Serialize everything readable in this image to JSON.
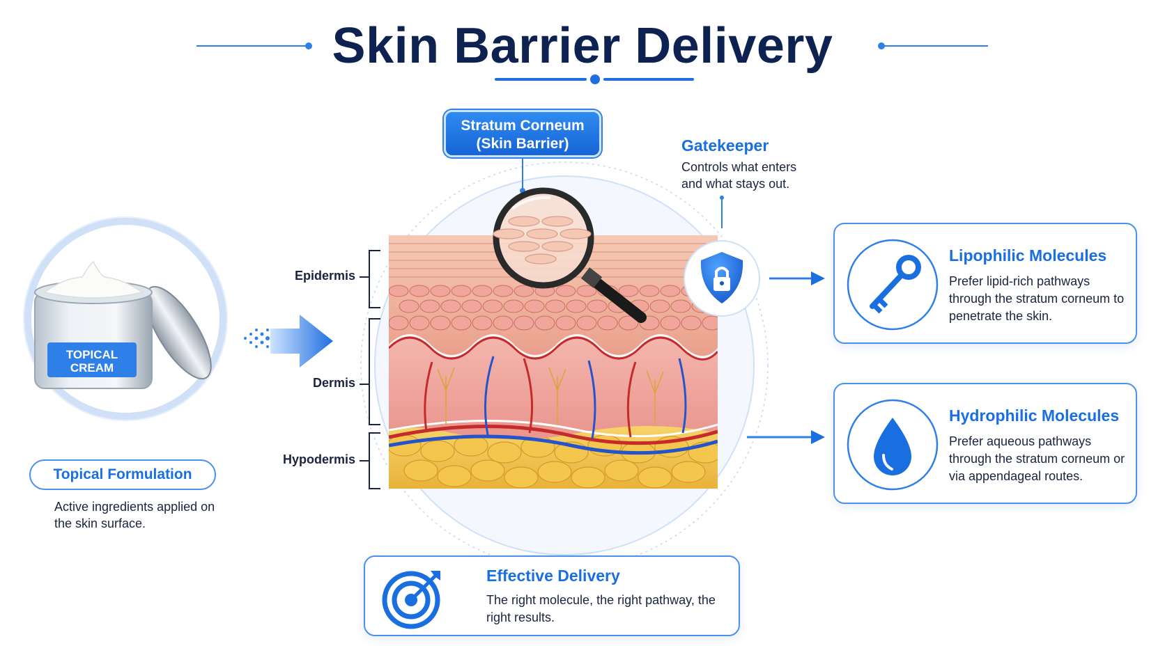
{
  "title": "Skin Barrier Delivery",
  "stratum_corneum": {
    "label_line1": "Stratum Corneum",
    "label_line2": "(Skin Barrier)"
  },
  "gatekeeper": {
    "title": "Gatekeeper",
    "description": "Controls what enters and what stays out."
  },
  "layers": {
    "epidermis": "Epidermis",
    "dermis": "Dermis",
    "hypodermis": "Hypodermis"
  },
  "jar": {
    "label_line1": "TOPICAL",
    "label_line2": "CREAM"
  },
  "topical_formulation": {
    "title": "Topical Formulation",
    "description": "Active ingredients applied on the skin surface."
  },
  "lipophilic": {
    "title": "Lipophilic Molecules",
    "description": "Prefer lipid-rich pathways through the stratum corneum to penetrate the skin.",
    "icon": "key-icon"
  },
  "hydrophilic": {
    "title": "Hydrophilic Molecules",
    "description": "Prefer aqueous pathways through the stratum corneum or via appendageal routes.",
    "icon": "water-drop-icon"
  },
  "effective_delivery": {
    "title": "Effective Delivery",
    "description": "The right molecule, the right pathway, the right results.",
    "icon": "target-icon"
  },
  "colors": {
    "accent": "#1a6fe0",
    "title": "#0d2250",
    "epidermis": "#f0b8a4",
    "dermis": "#f2a7a3",
    "hypodermis": "#f2c14a"
  }
}
